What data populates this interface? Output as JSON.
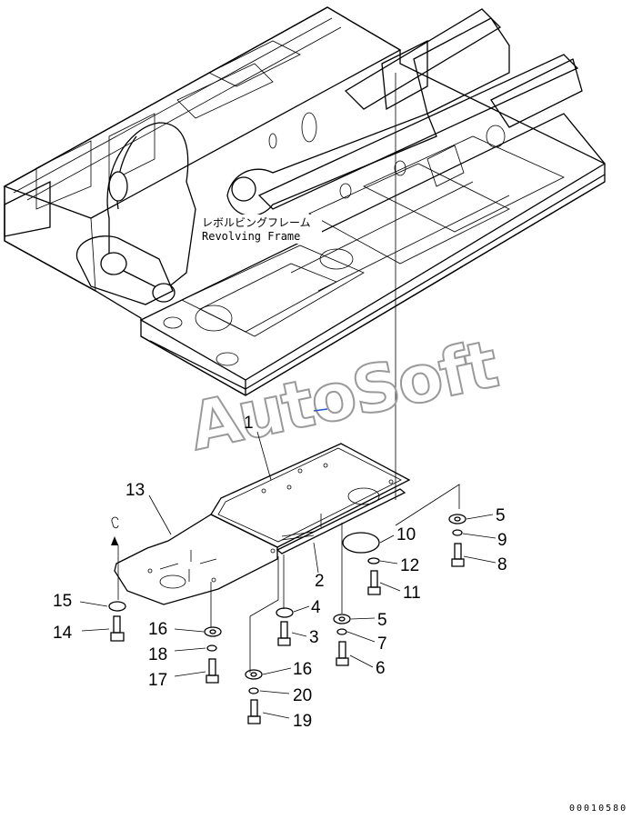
{
  "frame_label": {
    "japanese": "レボルビングフレーム",
    "english": "Revolving Frame"
  },
  "watermark": "AutoSoft",
  "drawing_number": "00010580",
  "callouts": [
    "1",
    "2",
    "3",
    "4",
    "5",
    "5",
    "6",
    "7",
    "8",
    "9",
    "10",
    "11",
    "12",
    "13",
    "14",
    "15",
    "16",
    "16",
    "17",
    "18",
    "19",
    "20"
  ],
  "colors": {
    "line": "#000000",
    "watermark": "#9a9a9a",
    "background": "#ffffff"
  }
}
